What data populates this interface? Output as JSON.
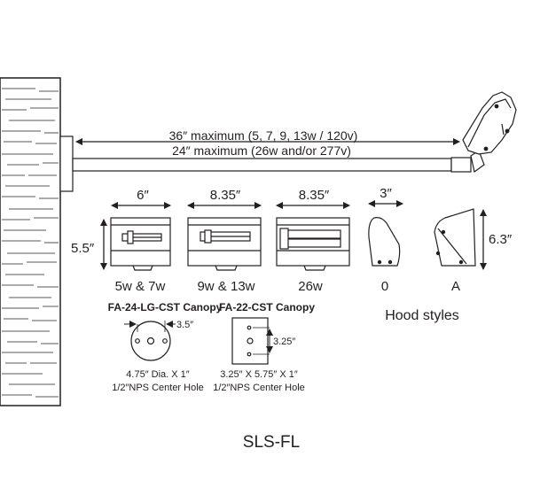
{
  "arm": {
    "length_line1": "36″ maximum (5, 7, 9, 13w / 120v)",
    "length_line2": "24″ maximum (26w and/or 277v)"
  },
  "housings": {
    "height_label": "5.5″",
    "items": [
      {
        "width_label": "6″",
        "wattage_label": "5w & 7w"
      },
      {
        "width_label": "8.35″",
        "wattage_label": "9w & 13w"
      },
      {
        "width_label": "8.35″",
        "wattage_label": "26w"
      }
    ]
  },
  "hoods": {
    "width_label": "3″",
    "height_label": "6.3″",
    "styles": [
      "0",
      "A"
    ],
    "title": "Hood styles"
  },
  "canopies": [
    {
      "title": "FA-24-LG-CST Canopy",
      "dimension_label": "3.5″",
      "size_text": "4.75″ Dia. X 1″",
      "hole_text": "1/2″NPS Center Hole"
    },
    {
      "title": "FA-22-CST Canopy",
      "dimension_label": "3.25″",
      "size_text": "3.25″ X 5.75″ X 1″",
      "hole_text": "1/2″NPS Center Hole"
    }
  ],
  "model": "SLS-FL"
}
